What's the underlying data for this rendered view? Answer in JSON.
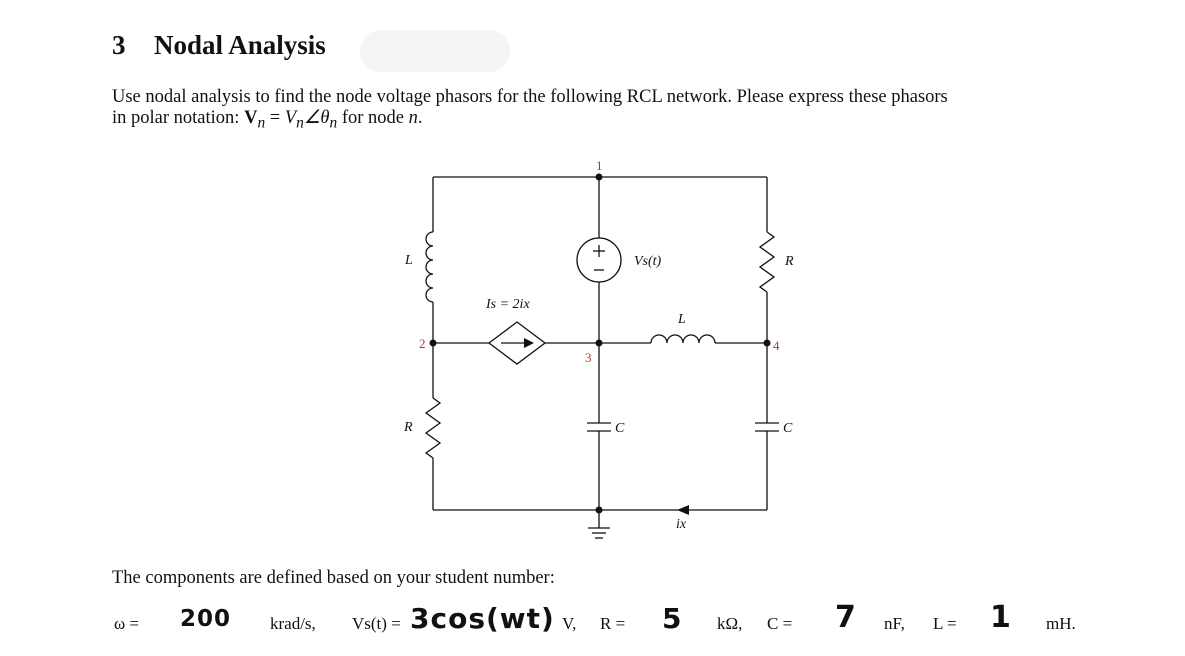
{
  "heading": {
    "number": "3",
    "title": "Nodal Analysis"
  },
  "intro": {
    "line1": "Use nodal analysis to find the node voltage phasors for the following RCL network. Please express these phasors",
    "line2_pre": "in polar notation: ",
    "formula_V": "V",
    "formula_sub_n": "n",
    "formula_eq": " = ",
    "formula_Vn": "V",
    "formula_angle": "∠θ",
    "line2_post": " for node ",
    "node_var": "n",
    "period": "."
  },
  "circuit": {
    "node_labels": [
      "1",
      "2",
      "3",
      "4"
    ],
    "node_label_color": "#b03a2e",
    "inductor_left_label": "L",
    "resistor_left_label": "R",
    "resistor_right_label": "R",
    "inductor_mid_label": "L",
    "capacitor_mid_label": "C",
    "capacitor_right_label": "C",
    "voltage_source_label": "Vs(t)",
    "current_source_label": "Is = 2ix",
    "ground_current_label": "ix"
  },
  "footer": {
    "text": "The components are defined based on your student number:"
  },
  "values": {
    "omega_label": "ω =",
    "omega_value": "200",
    "omega_unit": "krad/s,",
    "vs_label": "Vs(t) =",
    "vs_value": "3cos(wt)",
    "vs_unit": "V,",
    "r_label": "R =",
    "r_value": "5",
    "r_unit": "kΩ,",
    "c_label": "C =",
    "c_value": "7",
    "c_unit": "nF,",
    "l_label": "L =",
    "l_value": "1",
    "l_unit": "mH."
  }
}
